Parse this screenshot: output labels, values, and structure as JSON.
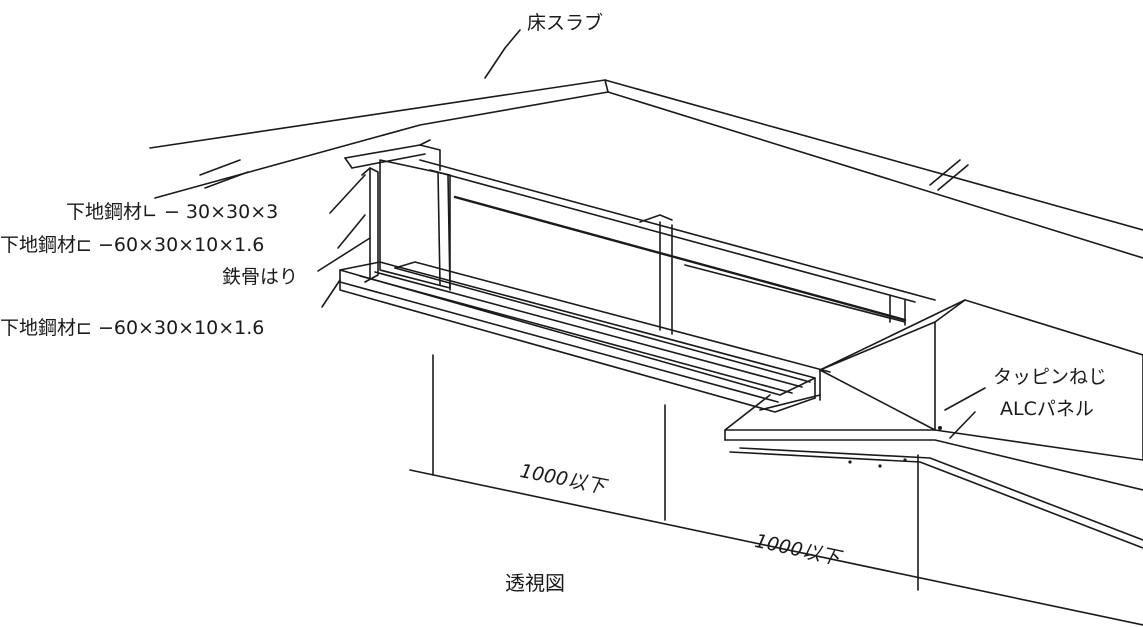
{
  "labels": {
    "floor_slab": "床スラブ",
    "angle_member": "下地鋼材∟ − 30×30×3",
    "channel_member_upper": "下地鋼材⊏ −60×30×10×1.6",
    "steel_beam": "鉄骨はり",
    "channel_member_lower": "下地鋼材⊏ −60×30×10×1.6",
    "tapping_screw": "タッピンねじ",
    "alc_panel": "ALCパネル",
    "dim_left": "1000以下",
    "dim_right": "1000以下",
    "caption": "透視図"
  },
  "colors": {
    "ink": "#1a1a1a",
    "background": "#ffffff"
  }
}
